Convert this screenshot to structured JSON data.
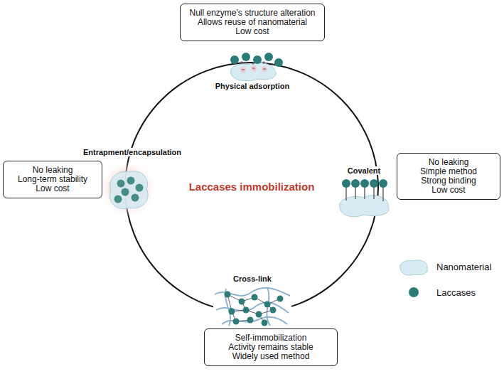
{
  "diagram": {
    "nodes": [
      {
        "text": [
          "Null enzyme's structure alteration",
          "Allows reuse of nanomaterial",
          "Low cost"
        ]
      },
      {
        "text": [
          "No leaking",
          "Long-term stability",
          "Low cost"
        ]
      },
      {
        "text": [
          "No leaking",
          "Simple method",
          "Strong binding",
          "Low cost"
        ]
      },
      {
        "text": [
          "Self-immobilization",
          "Activity remains stable",
          "Widely used method"
        ]
      }
    ],
    "labels": [
      "Physical adsorption",
      "Covalent",
      "Cross-link",
      "Entrapment/encapsulation",
      "Laccases immobilization"
    ],
    "legend": [
      {
        "text": "Nanomaterial",
        "color": "#d7ebf2"
      },
      {
        "text": "Laccases",
        "color": "#2b7c78"
      }
    ]
  }
}
